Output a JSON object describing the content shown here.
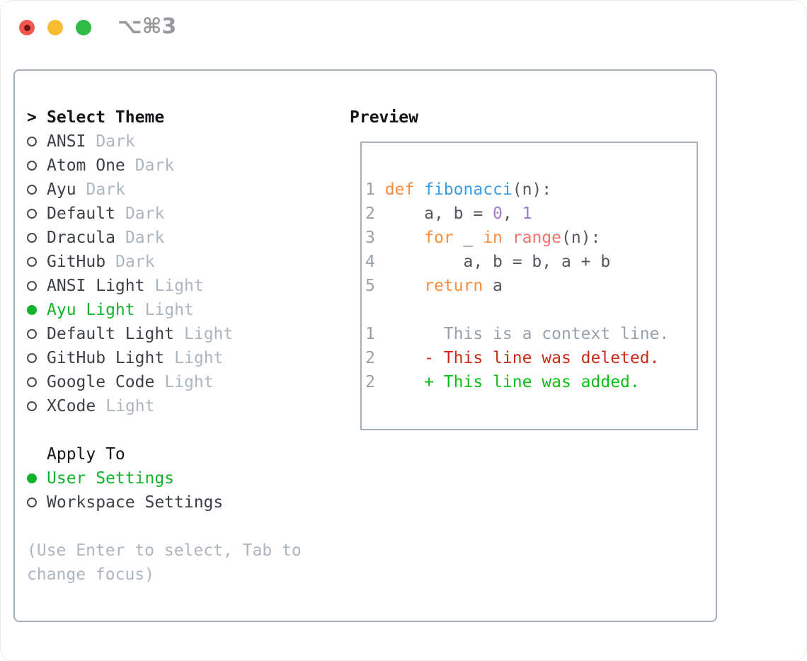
{
  "window": {
    "title_shortcut": "⌥⌘3"
  },
  "palette": {
    "lineno": "#98a1ab",
    "keyword": "#fa8d3e",
    "function": "#399ee6",
    "builtin": "#f4716b",
    "number": "#a37acc",
    "code": "#53575d",
    "context": "#98a1ab",
    "deleted": "#cb2a16",
    "added": "#0abf14",
    "selected_green": "#12b32a",
    "heading": "#141519",
    "item_text": "#3b4046",
    "muted": "#adb5bf",
    "panel_border": "#a6aeb8",
    "traffic_red": "#f4564d",
    "traffic_yellow": "#f9bb30",
    "traffic_green": "#2fbb45",
    "shortcut_gray": "#98999d"
  },
  "sidebar": {
    "header_prefix": ">",
    "header": "Select Theme",
    "themes": [
      {
        "name": "ANSI",
        "variant": "Dark",
        "selected": false
      },
      {
        "name": "Atom One",
        "variant": "Dark",
        "selected": false
      },
      {
        "name": "Ayu",
        "variant": "Dark",
        "selected": false
      },
      {
        "name": "Default",
        "variant": "Dark",
        "selected": false
      },
      {
        "name": "Dracula",
        "variant": "Dark",
        "selected": false
      },
      {
        "name": "GitHub",
        "variant": "Dark",
        "selected": false
      },
      {
        "name": "ANSI Light",
        "variant": "Light",
        "selected": false
      },
      {
        "name": "Ayu Light",
        "variant": "Light",
        "selected": true
      },
      {
        "name": "Default Light",
        "variant": "Light",
        "selected": false
      },
      {
        "name": "GitHub Light",
        "variant": "Light",
        "selected": false
      },
      {
        "name": "Google Code",
        "variant": "Light",
        "selected": false
      },
      {
        "name": "XCode",
        "variant": "Light",
        "selected": false
      }
    ],
    "apply_to": {
      "header": "Apply To",
      "options": [
        {
          "label": "User Settings",
          "selected": true
        },
        {
          "label": "Workspace Settings",
          "selected": false
        }
      ]
    },
    "hint": "(Use Enter to select, Tab to change focus)"
  },
  "preview": {
    "header": "Preview",
    "lines": [
      [
        {
          "t": "1 ",
          "c": "lineno"
        },
        {
          "t": "def",
          "c": "keyword"
        },
        {
          "t": " ",
          "c": "code"
        },
        {
          "t": "fibonacci",
          "c": "function"
        },
        {
          "t": "(n):",
          "c": "code"
        }
      ],
      [
        {
          "t": "2",
          "c": "lineno"
        },
        {
          "t": "     a, b = ",
          "c": "code"
        },
        {
          "t": "0",
          "c": "number"
        },
        {
          "t": ", ",
          "c": "code"
        },
        {
          "t": "1",
          "c": "number"
        }
      ],
      [
        {
          "t": "3",
          "c": "lineno"
        },
        {
          "t": "     ",
          "c": "code"
        },
        {
          "t": "for",
          "c": "keyword"
        },
        {
          "t": " _ ",
          "c": "code"
        },
        {
          "t": "in",
          "c": "keyword"
        },
        {
          "t": " ",
          "c": "code"
        },
        {
          "t": "range",
          "c": "builtin"
        },
        {
          "t": "(n):",
          "c": "code"
        }
      ],
      [
        {
          "t": "4",
          "c": "lineno"
        },
        {
          "t": "         a, b = b, a + b",
          "c": "code"
        }
      ],
      [
        {
          "t": "5",
          "c": "lineno"
        },
        {
          "t": "     ",
          "c": "code"
        },
        {
          "t": "return",
          "c": "keyword"
        },
        {
          "t": " a",
          "c": "code"
        }
      ],
      [],
      [
        {
          "t": "1",
          "c": "lineno"
        },
        {
          "t": "       This is a context line.",
          "c": "context"
        }
      ],
      [
        {
          "t": "2",
          "c": "lineno"
        },
        {
          "t": "     - This line was deleted.",
          "c": "deleted"
        }
      ],
      [
        {
          "t": "2",
          "c": "lineno"
        },
        {
          "t": "     + This line was added.",
          "c": "added"
        }
      ]
    ]
  }
}
